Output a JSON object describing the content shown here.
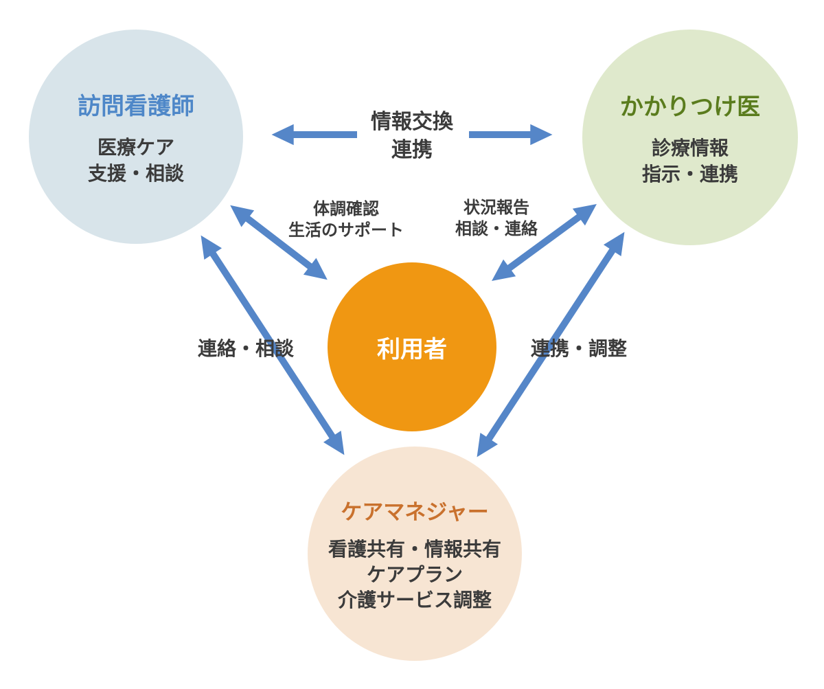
{
  "diagram": {
    "background_color": "#ffffff",
    "arrow_color": "#5586c8",
    "text_color": "#3b3b3b",
    "nodes": {
      "visiting_nurse": {
        "title": "訪問看護師",
        "title_color": "#4e87c8",
        "circle_color": "#d8e4ea",
        "lines": [
          "医療ケア",
          "支援・相談"
        ]
      },
      "family_doctor": {
        "title": "かかりつけ医",
        "title_color": "#5a7c1d",
        "circle_color": "#dfe9cc",
        "lines": [
          "診療情報",
          "指示・連携"
        ]
      },
      "user": {
        "title": "利用者",
        "title_color": "#ffffff",
        "circle_color": "#f09712"
      },
      "care_manager": {
        "title": "ケアマネジャー",
        "title_color": "#c9712d",
        "circle_color": "#f7e5d3",
        "lines": [
          "看護共有・情報共有",
          "ケアプラン",
          "介護サービス調整"
        ]
      }
    },
    "relation_labels": {
      "nurse_doctor": [
        "情報交換",
        "連携"
      ],
      "nurse_user": [
        "体調確認",
        "生活のサポート"
      ],
      "user_doctor": [
        "状況報告",
        "相談・連絡"
      ],
      "nurse_care_manager": "連絡・相談",
      "doctor_care_manager": "連携・調整"
    }
  }
}
